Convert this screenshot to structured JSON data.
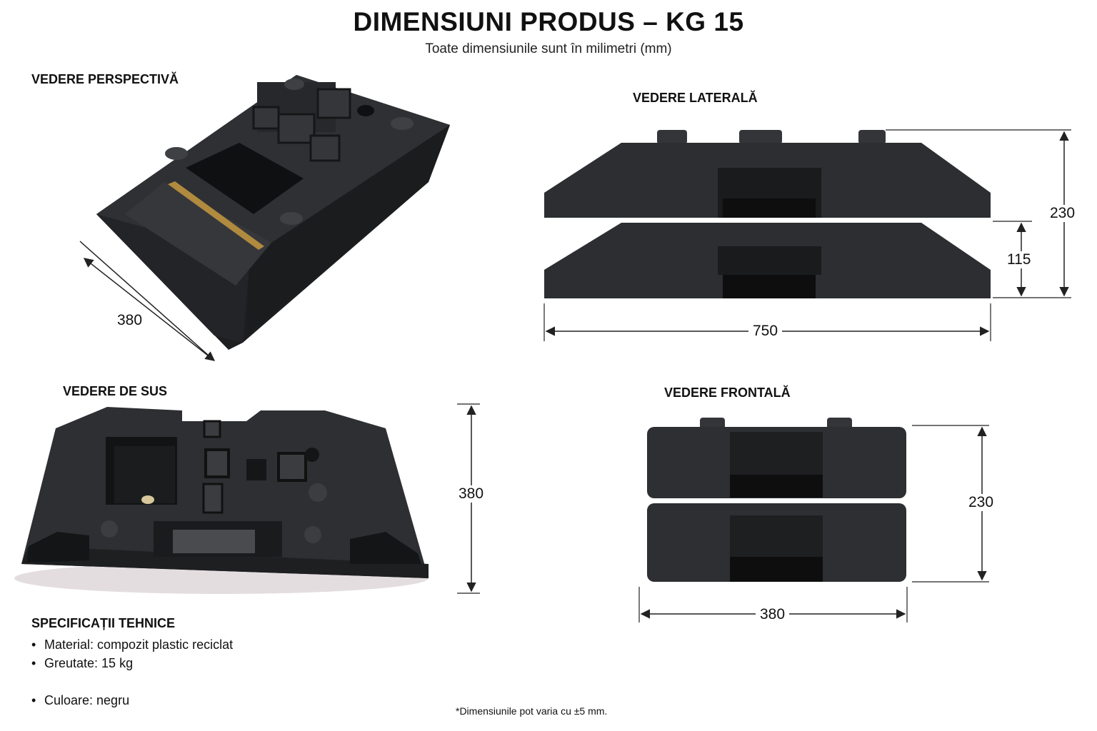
{
  "header": {
    "title": "DIMENSIUNI PRODUS – KG 15",
    "subtitle": "Toate dimensiunile sunt în milimetri (mm)"
  },
  "views": {
    "perspective": {
      "label": "VEDERE PERSPECTIVĂ",
      "dim_depth": "380"
    },
    "side": {
      "label": "VEDERE LATERALĂ",
      "dim_length": "750",
      "dim_height_total": "230",
      "dim_height_unit": "115"
    },
    "top": {
      "label": "VEDERE DE SUS",
      "dim_depth": "380"
    },
    "front": {
      "label": "VEDERE FRONTALĂ",
      "dim_width": "380",
      "dim_height": "230"
    }
  },
  "specs": {
    "title": "SPECIFICAȚII TEHNICE",
    "items": [
      "Material: compozit plastic reciclat",
      "Greutate: 15 kg",
      "Culoare: negru"
    ]
  },
  "footnote": "*Dimensiunile pot varia cu ±5 mm.",
  "colors": {
    "product": "#2b2d30",
    "product_dark": "#1a1b1d",
    "product_light": "#3c3e42",
    "dimension_line": "#222222"
  }
}
